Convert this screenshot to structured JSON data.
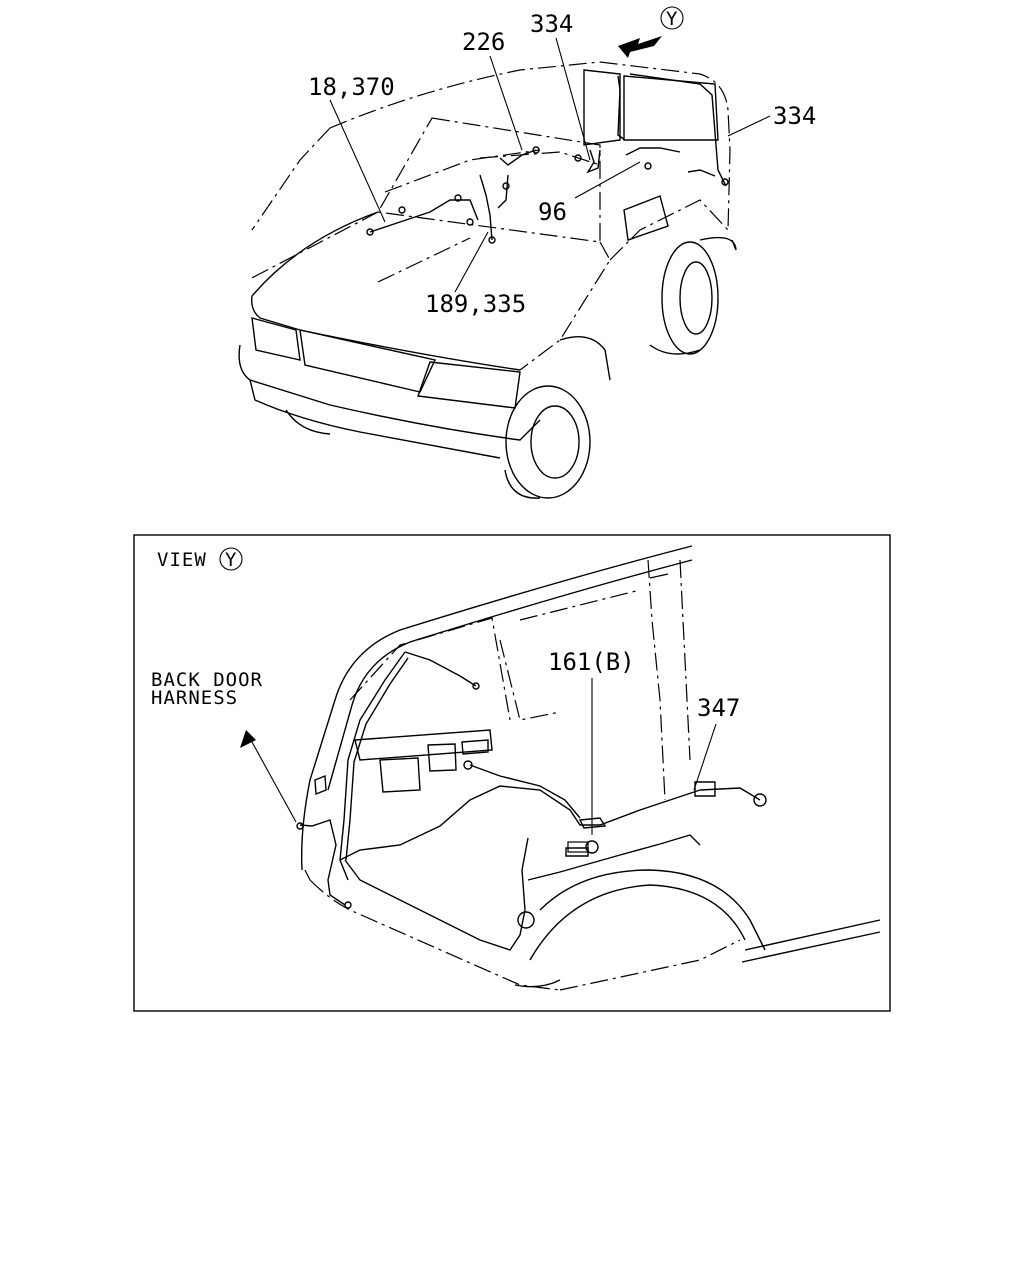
{
  "top_view": {
    "labels": {
      "l1": "18,370",
      "l2": "226",
      "l3": "334",
      "l4": "334",
      "l5": "96",
      "l6": "189,335",
      "view_marker": "Y"
    }
  },
  "detail_view": {
    "title": "VIEW",
    "view_marker": "Y",
    "labels": {
      "l1": "161(B)",
      "l2": "347",
      "l3": "BACK DOOR",
      "l4": "HARNESS"
    }
  }
}
